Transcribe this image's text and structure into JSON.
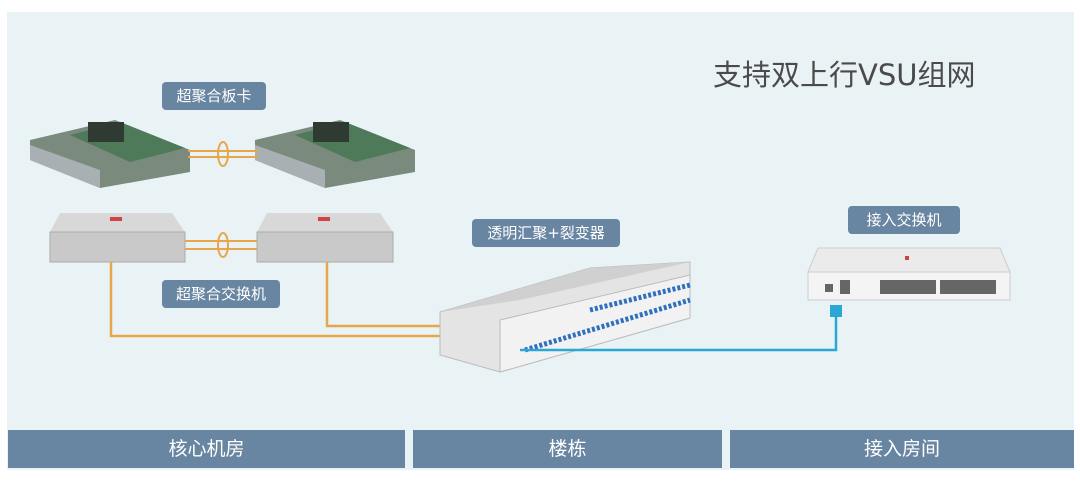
{
  "title": "支持双上行VSU组网",
  "labels": {
    "card": "超聚合板卡",
    "core_switch": "超聚合交换机",
    "splitter": "透明汇聚+裂变器",
    "access_switch": "接入交换机"
  },
  "zones": [
    "核心机房",
    "楼栋",
    "接入房间"
  ],
  "colors": {
    "background": "#e9f3f6",
    "label": "#6885a1",
    "orange_link": "#e8a64a",
    "blue_link": "#2ba7d6"
  }
}
